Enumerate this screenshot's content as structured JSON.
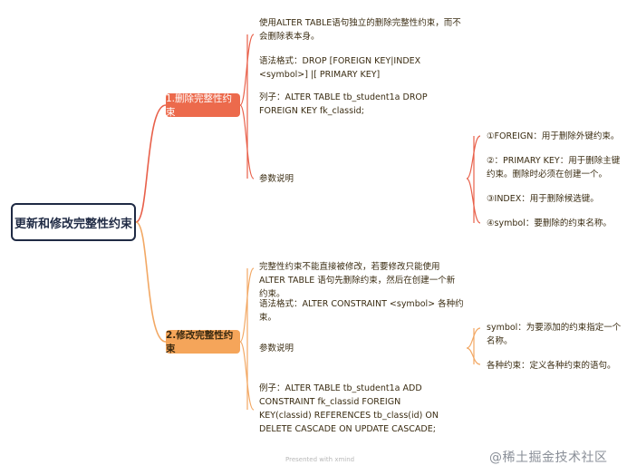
{
  "root": {
    "label": "更新和修改完整性约束"
  },
  "branch1": {
    "label": "1.删除完整性约束",
    "leaves": [
      "使用ALTER  TABLE语句独立的删除完整性约束，而不会删除表本身。",
      "语法格式：DROP  [FOREIGN  KEY|INDEX  <symbol>]  |[ PRIMARY  KEY]",
      "列子：ALTER  TABLE  tb_student1a  DROP  FOREIGN  KEY  fk_classid;",
      "参数说明"
    ],
    "params": [
      "①FOREIGN：用于删除外键约束。",
      "②：PRIMARY  KEY：用于删除主键约束。删除时必须在创建一个。",
      "③INDEX：用于删除候选键。",
      "④symbol：要删除的约束名称。"
    ]
  },
  "branch2": {
    "label": "2.修改完整性约束",
    "leaves": [
      "完整性约束不能直接被修改，若要修改只能使用ALTER  TABLE 语句先删除约束，然后在创建一个新约束。",
      "语法格式：ALTER  CONSTRAINT <symbol> 各种约束。",
      "参数说明",
      "例子：ALTER  TABLE  tb_student1a  ADD CONSTRAINT fk_classid FOREIGN KEY(classid) REFERENCES  tb_class(id) ON DELETE CASCADE  ON UPDATE  CASCADE;"
    ],
    "params": [
      "symbol：为要添加的约束指定一个名称。",
      "各种约束：定义各种约束的语句。"
    ]
  },
  "footer": {
    "presented": "Presented with xmind",
    "brand": "@稀土掘金技术社区"
  },
  "colors": {
    "root_border": "#1f2a44",
    "branch1": "#ec6a4c",
    "branch2": "#f5a55a",
    "link1": "#e8604a",
    "link2": "#f2a864"
  }
}
